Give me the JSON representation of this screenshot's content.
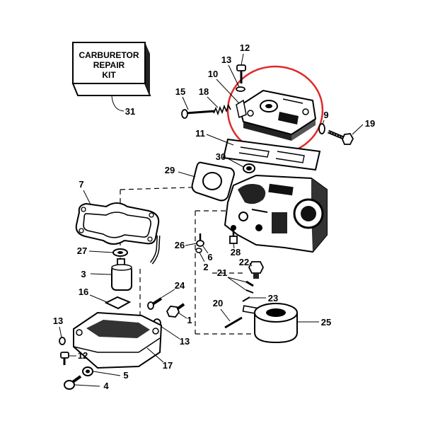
{
  "kit_box": {
    "lines": [
      "CARBURETOR",
      "REPAIR",
      "KIT"
    ]
  },
  "callouts": [
    "12",
    "13",
    "10",
    "15",
    "18",
    "9",
    "19",
    "11",
    "30",
    "29",
    "7",
    "27",
    "26",
    "6",
    "28",
    "22",
    "2",
    "3",
    "21",
    "16",
    "24",
    "23",
    "20",
    "1",
    "25",
    "13",
    "13",
    "12",
    "17",
    "5",
    "4",
    "31"
  ],
  "colors": {
    "highlight": "#e02a2a",
    "ink": "#000000",
    "background": "#ffffff"
  }
}
